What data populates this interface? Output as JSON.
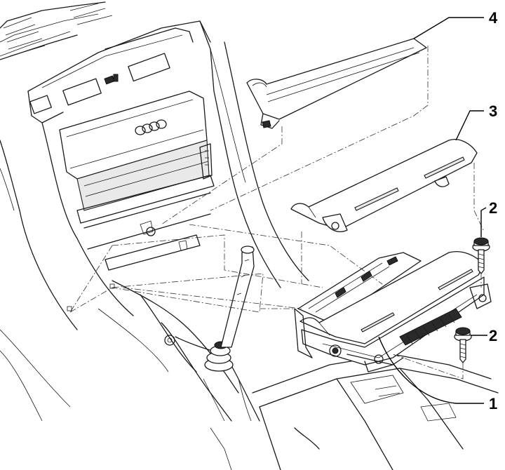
{
  "callouts": [
    {
      "id": "1",
      "text": "1"
    },
    {
      "id": "2a",
      "text": "2"
    },
    {
      "id": "2b",
      "text": "2"
    },
    {
      "id": "3",
      "text": "3"
    },
    {
      "id": "4",
      "text": "4"
    }
  ]
}
